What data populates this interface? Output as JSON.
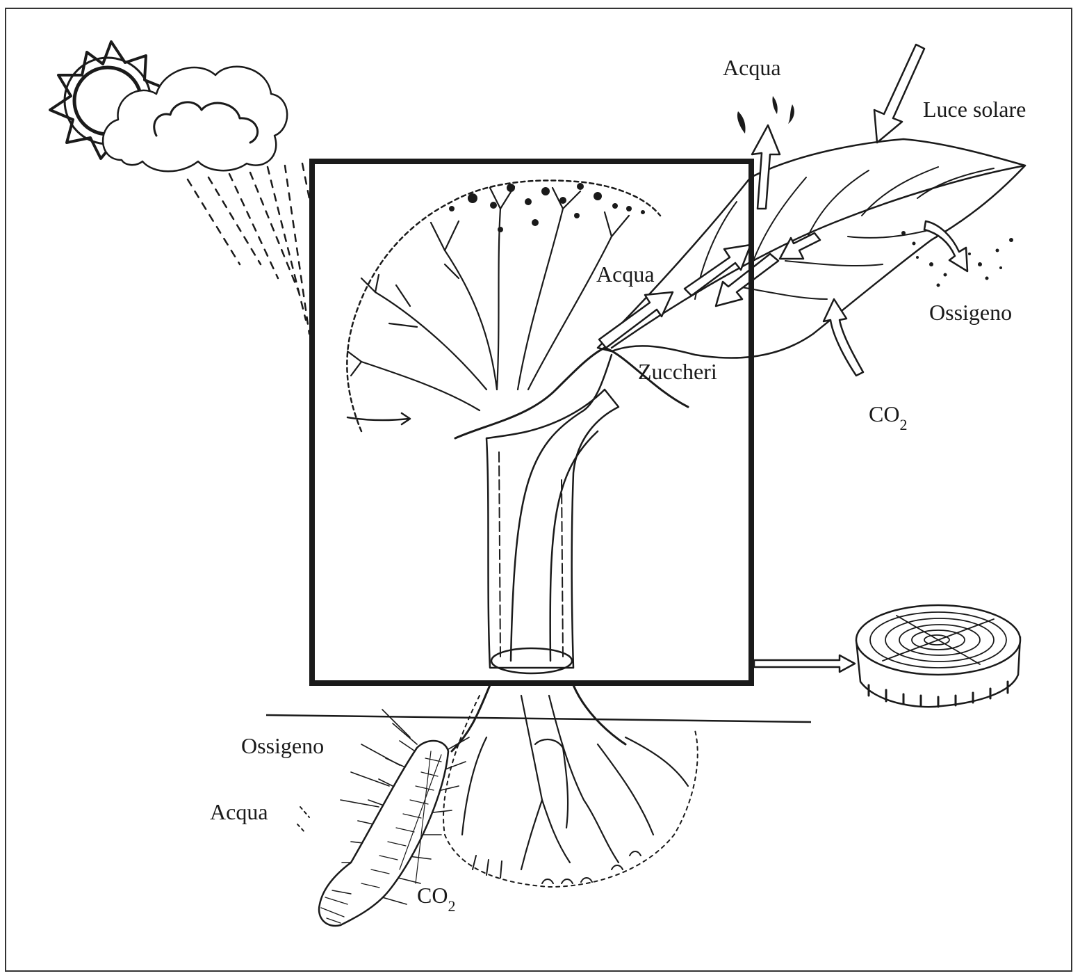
{
  "diagram": {
    "labels": {
      "water_top": "Acqua",
      "sunlight": "Luce solare",
      "water_leaf": "Acqua",
      "oxygen_leaf": "Ossigeno",
      "sugars": "Zuccheri",
      "co2_leaf": "CO",
      "co2_leaf_sub": "2",
      "oxygen_root": "Ossigeno",
      "water_root": "Acqua",
      "co2_root": "CO",
      "co2_root_sub": "2"
    },
    "icons": {
      "weather": "sun-cloud-rain-icon",
      "tree": "tree-cross-section-icon",
      "leaf": "leaf-icon",
      "root": "root-tip-icon",
      "log": "tree-ring-slice-icon"
    }
  }
}
